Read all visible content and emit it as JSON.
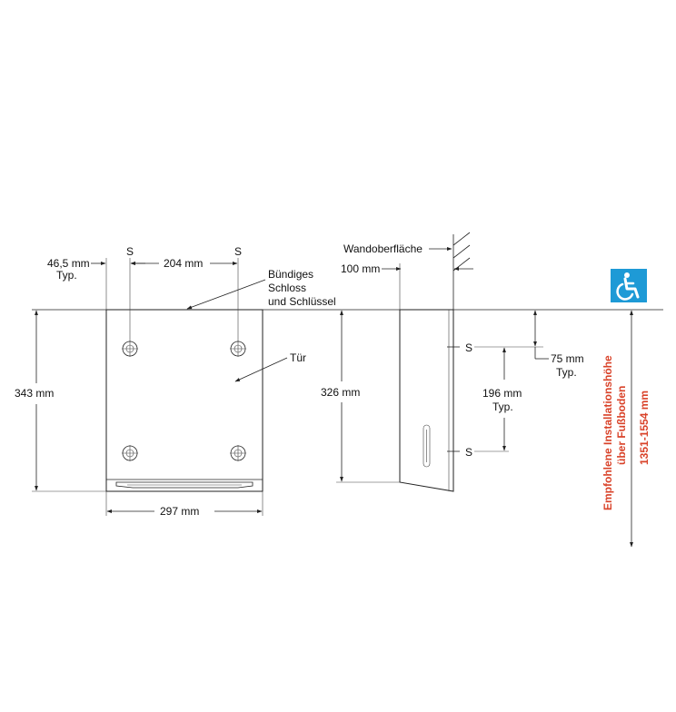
{
  "front": {
    "dim_offset": "46,5 mm",
    "dim_offset_typ": "Typ.",
    "s_left": "S",
    "s_right": "S",
    "dim_screw_spacing": "204 mm",
    "lock_line1": "Bündiges",
    "lock_line2": "Schloss",
    "lock_line3": "und Schlüssel",
    "door_label": "Tür",
    "height": "343 mm",
    "width": "297 mm"
  },
  "side": {
    "wall_surface": "Wandoberfläche",
    "depth": "100 mm",
    "height": "326 mm",
    "s_top": "S",
    "s_bottom": "S",
    "dim_top": "75 mm",
    "dim_top_typ": "Typ.",
    "dim_spacing": "196 mm",
    "dim_spacing_typ": "Typ."
  },
  "install": {
    "line1": "Empfohlene Installationshöhe",
    "line2": "über Fußboden",
    "line3": "1351-1554 mm",
    "color": "#d9432a"
  },
  "accessibility": {
    "icon": "wheelchair-icon",
    "color": "#1e9ad6"
  }
}
